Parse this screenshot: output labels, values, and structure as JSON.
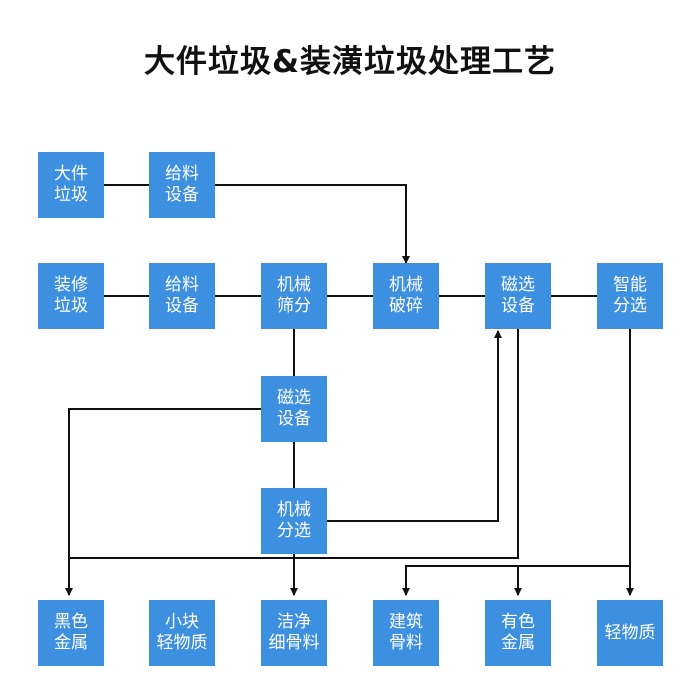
{
  "title": "大件垃圾&装潢垃圾处理工艺",
  "colors": {
    "box": "#3d8fe0",
    "line": "#111111",
    "text": "#ffffff"
  },
  "nodes": {
    "bulky_waste": [
      "大件",
      "垃圾"
    ],
    "feeder_1": [
      "给料",
      "设备"
    ],
    "renovation_waste": [
      "装修",
      "垃圾"
    ],
    "feeder_2": [
      "给料",
      "设备"
    ],
    "mech_screening": [
      "机械",
      "筛分"
    ],
    "mech_crushing": [
      "机械",
      "破碎"
    ],
    "magnetic_sep_1": [
      "磁选",
      "设备"
    ],
    "smart_sorting": [
      "智能",
      "分选"
    ],
    "magnetic_sep_2": [
      "磁选",
      "设备"
    ],
    "mech_sorting": [
      "机械",
      "分选"
    ],
    "black_metal": [
      "黑色",
      "金属"
    ],
    "small_light": [
      "小块",
      "轻物质"
    ],
    "clean_fine_aggregate": [
      "洁净",
      "细骨料"
    ],
    "building_aggregate": [
      "建筑",
      "骨料"
    ],
    "nonferrous_metal": [
      "有色",
      "金属"
    ],
    "light_material": [
      "轻物质"
    ]
  }
}
